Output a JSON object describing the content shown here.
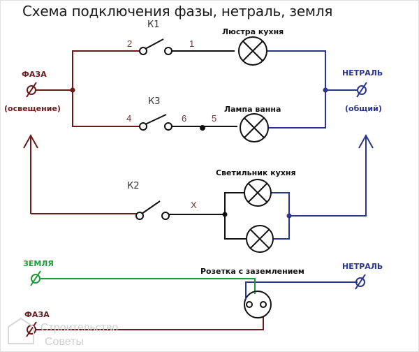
{
  "title": "Схема подключения фазы, нетраль, земля",
  "colors": {
    "phase": "#6b1a1a",
    "neutral": "#2a3590",
    "ground": "#1f9a3a",
    "black": "#111111"
  },
  "switches": {
    "k1": {
      "label": "К1",
      "pin_in": "2",
      "pin_out": "1"
    },
    "k3": {
      "label": "К3",
      "pin_in": "4",
      "pin_out": "6",
      "junction": "5"
    },
    "k2": {
      "label": "К2",
      "out_label": "X"
    }
  },
  "lamps": {
    "kitchen_chandelier": "Люстра кухня",
    "bath_lamp": "Лампа ванна",
    "kitchen_light": "Светильник кухня"
  },
  "terminals": {
    "phase_top": {
      "label": "ФАЗА",
      "sublabel": "(освещение)"
    },
    "neutral_top": {
      "label": "НЕТРАЛЬ",
      "sublabel": "(общий)"
    },
    "ground": {
      "label": "ЗЕМЛЯ"
    },
    "neutral_bottom": {
      "label": "НЕТРАЛЬ"
    },
    "phase_bottom": {
      "label": "ФАЗА"
    }
  },
  "socket": {
    "label": "Розетка с заземлением"
  },
  "watermark": {
    "line1": "Строительство",
    "line2": "Советы"
  }
}
